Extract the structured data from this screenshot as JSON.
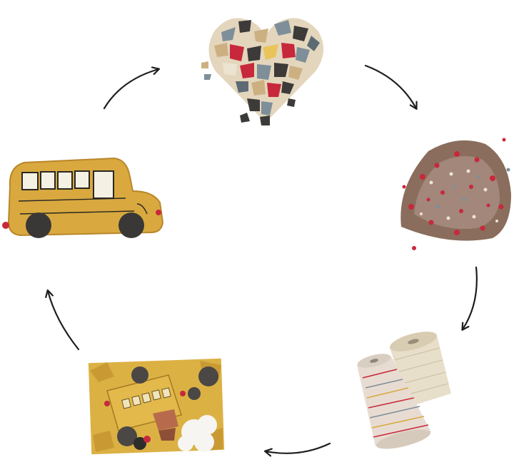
{
  "diagram": {
    "type": "cycle",
    "stages": [
      {
        "id": "fabric-scraps",
        "icon": "fabric-scraps-heart-illustration"
      },
      {
        "id": "shredded-fiber",
        "icon": "shredded-fiber-pile-illustration"
      },
      {
        "id": "yarn-spools",
        "icon": "yarn-spools-illustration"
      },
      {
        "id": "new-fabric-materials",
        "icon": "fabric-materials-illustration"
      },
      {
        "id": "plush-toy-bus",
        "icon": "plush-school-bus-illustration"
      }
    ],
    "arrow_color": "#1e1e1e",
    "colors": {
      "mustard": "#d9a93f",
      "mustard_dark": "#b9862a",
      "charcoal": "#3d3b39",
      "red": "#c8283c",
      "slate": "#7e8f99",
      "cream": "#ece4d2",
      "tan": "#cdb082"
    }
  }
}
